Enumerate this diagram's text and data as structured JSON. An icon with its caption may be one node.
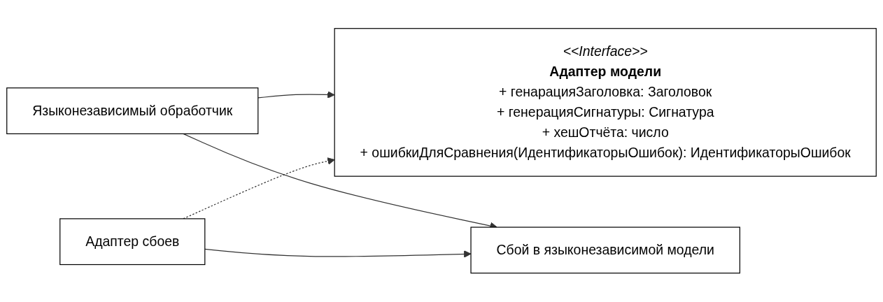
{
  "diagram": {
    "nodes": [
      {
        "text": [
          "Языконезависимый обработчик"
        ]
      },
      {
        "text": [
          "<<Interface>>",
          "Адаптер модели",
          "+ генарацияЗаголовка: Заголовок",
          "+ генерацияСигнатуры: Сигнатура",
          "+ хешОтчёта: число",
          "+ ошибкиДляСравнения(ИдентификаторыОшибок): ИдентификаторыОшибок"
        ]
      },
      {
        "text": [
          "Сбой в языконезависимой модели"
        ]
      },
      {
        "text": [
          "Адаптер сбоев"
        ]
      }
    ],
    "edges": [
      {
        "from": 0,
        "to": 1,
        "arrow": "to"
      },
      {
        "from": 0,
        "to": 2,
        "arrow": "to"
      },
      {
        "from": 3,
        "to": 2,
        "arrow": "to"
      },
      {
        "from": 3,
        "to": 1,
        "arrow": "to",
        "style": "dashed"
      }
    ]
  }
}
